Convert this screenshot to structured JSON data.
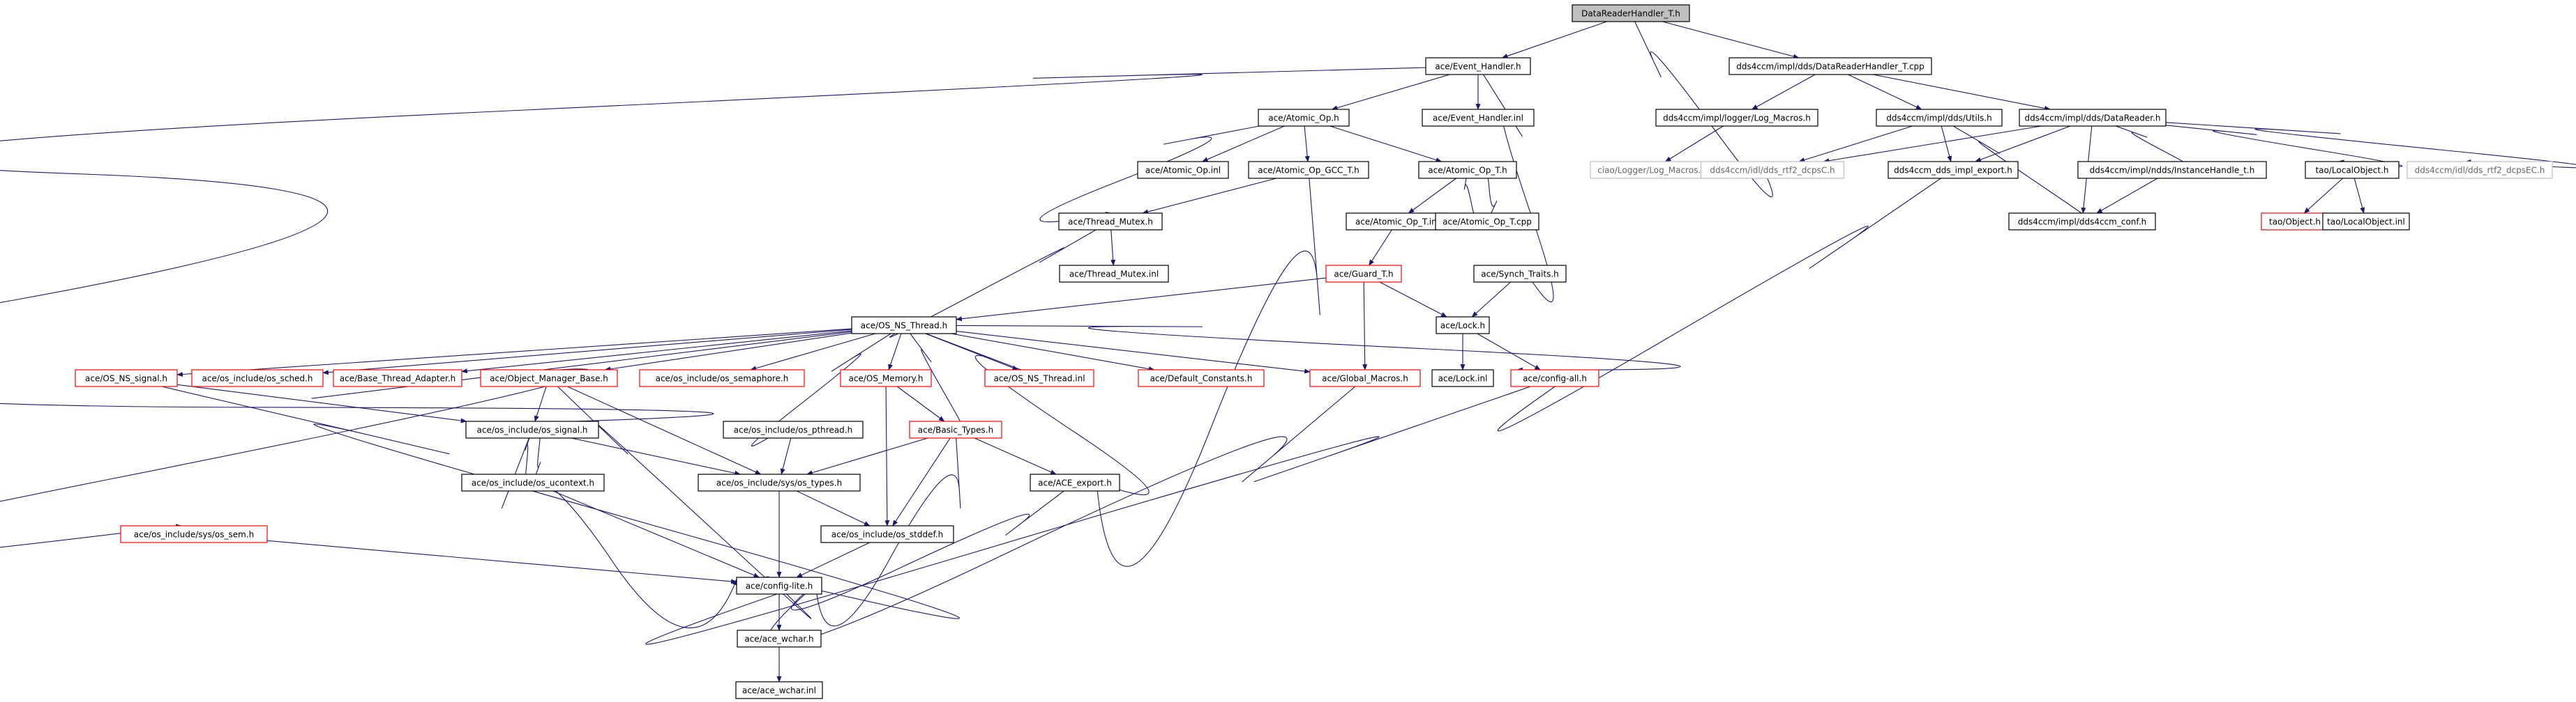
{
  "title": "",
  "colors": {
    "background": "#ffffff",
    "edge": "#191970",
    "text": "#000000",
    "border_normal": "#000000",
    "border_truncated": "#ff0000",
    "border_external": "#bfbfbf",
    "root_fill": "#bfbfbf",
    "node_fill": "#ffffff",
    "external_text": "#666666"
  },
  "nodes": [
    {
      "id": "n0",
      "label": "DataReaderHandler_T.h",
      "kind": "root"
    },
    {
      "id": "n1",
      "label": "ace/Event_Handler.h",
      "kind": "normal"
    },
    {
      "id": "n2",
      "label": "dds4ccm/impl/dds/DataReaderHandler_T.cpp",
      "kind": "normal"
    },
    {
      "id": "n3",
      "label": "ace/Atomic_Op.h",
      "kind": "normal"
    },
    {
      "id": "n4",
      "label": "ace/Event_Handler.inl",
      "kind": "normal"
    },
    {
      "id": "n5",
      "label": "dds4ccm/impl/logger/Log_Macros.h",
      "kind": "normal"
    },
    {
      "id": "n6",
      "label": "dds4ccm/impl/dds/Utils.h",
      "kind": "normal"
    },
    {
      "id": "n7",
      "label": "dds4ccm/impl/dds/DataReader.h",
      "kind": "normal"
    },
    {
      "id": "n8",
      "label": "ace/Atomic_Op.inl",
      "kind": "normal"
    },
    {
      "id": "n9",
      "label": "ace/Atomic_Op_GCC_T.h",
      "kind": "normal"
    },
    {
      "id": "n10",
      "label": "ace/Atomic_Op_T.h",
      "kind": "normal"
    },
    {
      "id": "n11",
      "label": "ciao/Logger/Log_Macros.h",
      "kind": "external"
    },
    {
      "id": "n12",
      "label": "dds4ccm/idl/dds_rtf2_dcpsC.h",
      "kind": "external"
    },
    {
      "id": "n13",
      "label": "dds4ccm_dds_impl_export.h",
      "kind": "normal"
    },
    {
      "id": "n14",
      "label": "dds4ccm/impl/ndds/InstanceHandle_t.h",
      "kind": "normal"
    },
    {
      "id": "n15",
      "label": "tao/LocalObject.h",
      "kind": "normal"
    },
    {
      "id": "n16",
      "label": "dds4ccm/idl/dds_rtf2_dcpsEC.h",
      "kind": "external"
    },
    {
      "id": "n17",
      "label": "ace/Thread_Mutex.h",
      "kind": "normal"
    },
    {
      "id": "n18",
      "label": "ace/Atomic_Op_T.inl",
      "kind": "normal"
    },
    {
      "id": "n19",
      "label": "ace/Atomic_Op_T.cpp",
      "kind": "normal"
    },
    {
      "id": "n20",
      "label": "dds4ccm/impl/dds4ccm_conf.h",
      "kind": "normal"
    },
    {
      "id": "n21",
      "label": "tao/Object.h",
      "kind": "truncated"
    },
    {
      "id": "n22",
      "label": "tao/LocalObject.inl",
      "kind": "normal"
    },
    {
      "id": "n23",
      "label": "ace/Thread_Mutex.inl",
      "kind": "normal"
    },
    {
      "id": "n24",
      "label": "ace/Guard_T.h",
      "kind": "truncated"
    },
    {
      "id": "n25",
      "label": "ace/Synch_Traits.h",
      "kind": "normal"
    },
    {
      "id": "n26",
      "label": "ace/OS_NS_Thread.h",
      "kind": "normal"
    },
    {
      "id": "n27",
      "label": "ace/Lock.h",
      "kind": "normal"
    },
    {
      "id": "n28",
      "label": "ace/OS_NS_signal.h",
      "kind": "truncated"
    },
    {
      "id": "n29",
      "label": "ace/os_include/os_sched.h",
      "kind": "truncated"
    },
    {
      "id": "n30",
      "label": "ace/Base_Thread_Adapter.h",
      "kind": "truncated"
    },
    {
      "id": "n31",
      "label": "ace/Object_Manager_Base.h",
      "kind": "truncated"
    },
    {
      "id": "n32",
      "label": "ace/os_include/os_semaphore.h",
      "kind": "truncated"
    },
    {
      "id": "n33",
      "label": "ace/OS_Memory.h",
      "kind": "truncated"
    },
    {
      "id": "n34",
      "label": "ace/OS_NS_Thread.inl",
      "kind": "truncated"
    },
    {
      "id": "n35",
      "label": "ace/Default_Constants.h",
      "kind": "truncated"
    },
    {
      "id": "n36",
      "label": "ace/Global_Macros.h",
      "kind": "truncated"
    },
    {
      "id": "n37",
      "label": "ace/Lock.inl",
      "kind": "normal"
    },
    {
      "id": "n38",
      "label": "ace/config-all.h",
      "kind": "truncated"
    },
    {
      "id": "n39",
      "label": "ace/os_include/os_signal.h",
      "kind": "normal"
    },
    {
      "id": "n40",
      "label": "ace/os_include/os_pthread.h",
      "kind": "normal"
    },
    {
      "id": "n41",
      "label": "ace/Basic_Types.h",
      "kind": "truncated"
    },
    {
      "id": "n42",
      "label": "ace/os_include/os_ucontext.h",
      "kind": "normal"
    },
    {
      "id": "n43",
      "label": "ace/os_include/sys/os_types.h",
      "kind": "normal"
    },
    {
      "id": "n44",
      "label": "ace/ACE_export.h",
      "kind": "normal"
    },
    {
      "id": "n45",
      "label": "ace/os_include/os_stddef.h",
      "kind": "normal"
    },
    {
      "id": "n46",
      "label": "ace/os_include/sys/os_sem.h",
      "kind": "truncated"
    },
    {
      "id": "n47",
      "label": "ace/config-lite.h",
      "kind": "normal"
    },
    {
      "id": "n48",
      "label": "ace/ace_wchar.h",
      "kind": "normal"
    },
    {
      "id": "n49",
      "label": "ace/ace_wchar.inl",
      "kind": "normal"
    }
  ],
  "edges": [
    [
      "n0",
      "n1"
    ],
    [
      "n0",
      "n2"
    ],
    [
      "n0",
      "n12"
    ],
    [
      "n1",
      "n3"
    ],
    [
      "n1",
      "n4"
    ],
    [
      "n1",
      "n25"
    ],
    [
      "n1",
      "n39"
    ],
    [
      "n2",
      "n5"
    ],
    [
      "n2",
      "n6"
    ],
    [
      "n2",
      "n7"
    ],
    [
      "n3",
      "n8"
    ],
    [
      "n3",
      "n9"
    ],
    [
      "n3",
      "n10"
    ],
    [
      "n3",
      "n17"
    ],
    [
      "n5",
      "n11"
    ],
    [
      "n6",
      "n12"
    ],
    [
      "n6",
      "n13"
    ],
    [
      "n6",
      "n20"
    ],
    [
      "n7",
      "n12"
    ],
    [
      "n7",
      "n13"
    ],
    [
      "n7",
      "n14"
    ],
    [
      "n7",
      "n15"
    ],
    [
      "n7",
      "n16"
    ],
    [
      "n7",
      "n20"
    ],
    [
      "n9",
      "n17"
    ],
    [
      "n9",
      "n44"
    ],
    [
      "n10",
      "n18"
    ],
    [
      "n10",
      "n19"
    ],
    [
      "n19",
      "n10"
    ],
    [
      "n13",
      "n38"
    ],
    [
      "n14",
      "n20"
    ],
    [
      "n15",
      "n21"
    ],
    [
      "n15",
      "n22"
    ],
    [
      "n17",
      "n23"
    ],
    [
      "n17",
      "n26"
    ],
    [
      "n18",
      "n24"
    ],
    [
      "n24",
      "n26"
    ],
    [
      "n24",
      "n27"
    ],
    [
      "n24",
      "n36"
    ],
    [
      "n25",
      "n27"
    ],
    [
      "n26",
      "n28"
    ],
    [
      "n26",
      "n29"
    ],
    [
      "n26",
      "n30"
    ],
    [
      "n26",
      "n31"
    ],
    [
      "n26",
      "n32"
    ],
    [
      "n26",
      "n33"
    ],
    [
      "n26",
      "n34"
    ],
    [
      "n26",
      "n35"
    ],
    [
      "n26",
      "n36"
    ],
    [
      "n26",
      "n38"
    ],
    [
      "n26",
      "n40"
    ],
    [
      "n26",
      "n41"
    ],
    [
      "n26",
      "n44"
    ],
    [
      "n26",
      "n46"
    ],
    [
      "n27",
      "n37"
    ],
    [
      "n27",
      "n38"
    ],
    [
      "n28",
      "n39"
    ],
    [
      "n28",
      "n47"
    ],
    [
      "n31",
      "n39"
    ],
    [
      "n31",
      "n43"
    ],
    [
      "n31",
      "n47"
    ],
    [
      "n33",
      "n41"
    ],
    [
      "n33",
      "n45"
    ],
    [
      "n36",
      "n47"
    ],
    [
      "n38",
      "n47"
    ],
    [
      "n39",
      "n42"
    ],
    [
      "n39",
      "n43"
    ],
    [
      "n39",
      "n47"
    ],
    [
      "n42",
      "n39"
    ],
    [
      "n42",
      "n47"
    ],
    [
      "n40",
      "n43"
    ],
    [
      "n41",
      "n43"
    ],
    [
      "n41",
      "n44"
    ],
    [
      "n41",
      "n45"
    ],
    [
      "n41",
      "n47"
    ],
    [
      "n43",
      "n45"
    ],
    [
      "n43",
      "n47"
    ],
    [
      "n44",
      "n47"
    ],
    [
      "n45",
      "n47"
    ],
    [
      "n46",
      "n47"
    ],
    [
      "n47",
      "n48"
    ],
    [
      "n48",
      "n49"
    ]
  ]
}
